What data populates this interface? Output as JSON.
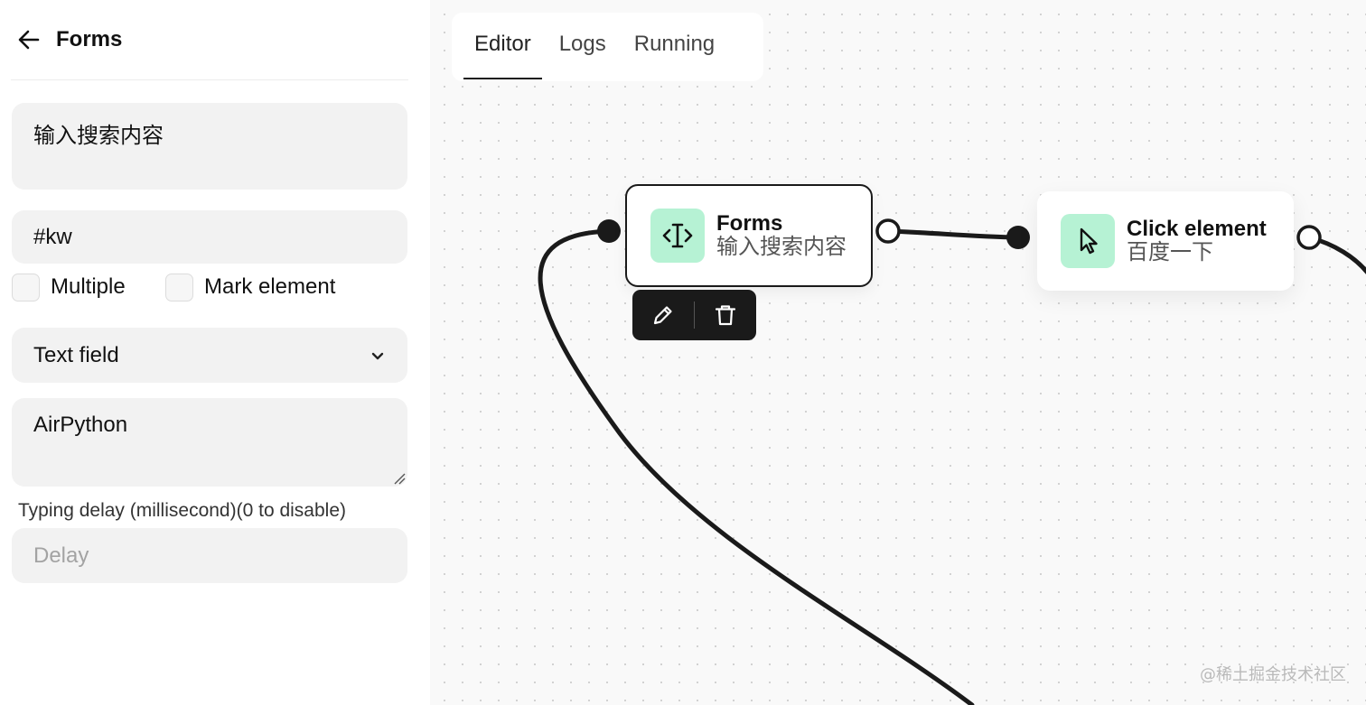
{
  "sidebar": {
    "title": "Forms",
    "description": "输入搜索内容",
    "selector": "#kw",
    "multiple_label": "Multiple",
    "mark_element_label": "Mark element",
    "field_type": "Text field",
    "value": "AirPython",
    "delay_label": "Typing delay (millisecond)(0 to disable)",
    "delay_placeholder": "Delay"
  },
  "tabs": [
    {
      "label": "Editor"
    },
    {
      "label": "Logs"
    },
    {
      "label": "Running"
    }
  ],
  "nodes": {
    "forms": {
      "title": "Forms",
      "subtitle": "输入搜索内容"
    },
    "click": {
      "title": "Click element",
      "subtitle": "百度一下"
    }
  },
  "colors": {
    "node_icon_bg": "#b6f2d4",
    "edge": "#1a1a1a",
    "toolbar_bg": "#1a1a1a"
  },
  "watermark": "@稀土掘金技术社区"
}
